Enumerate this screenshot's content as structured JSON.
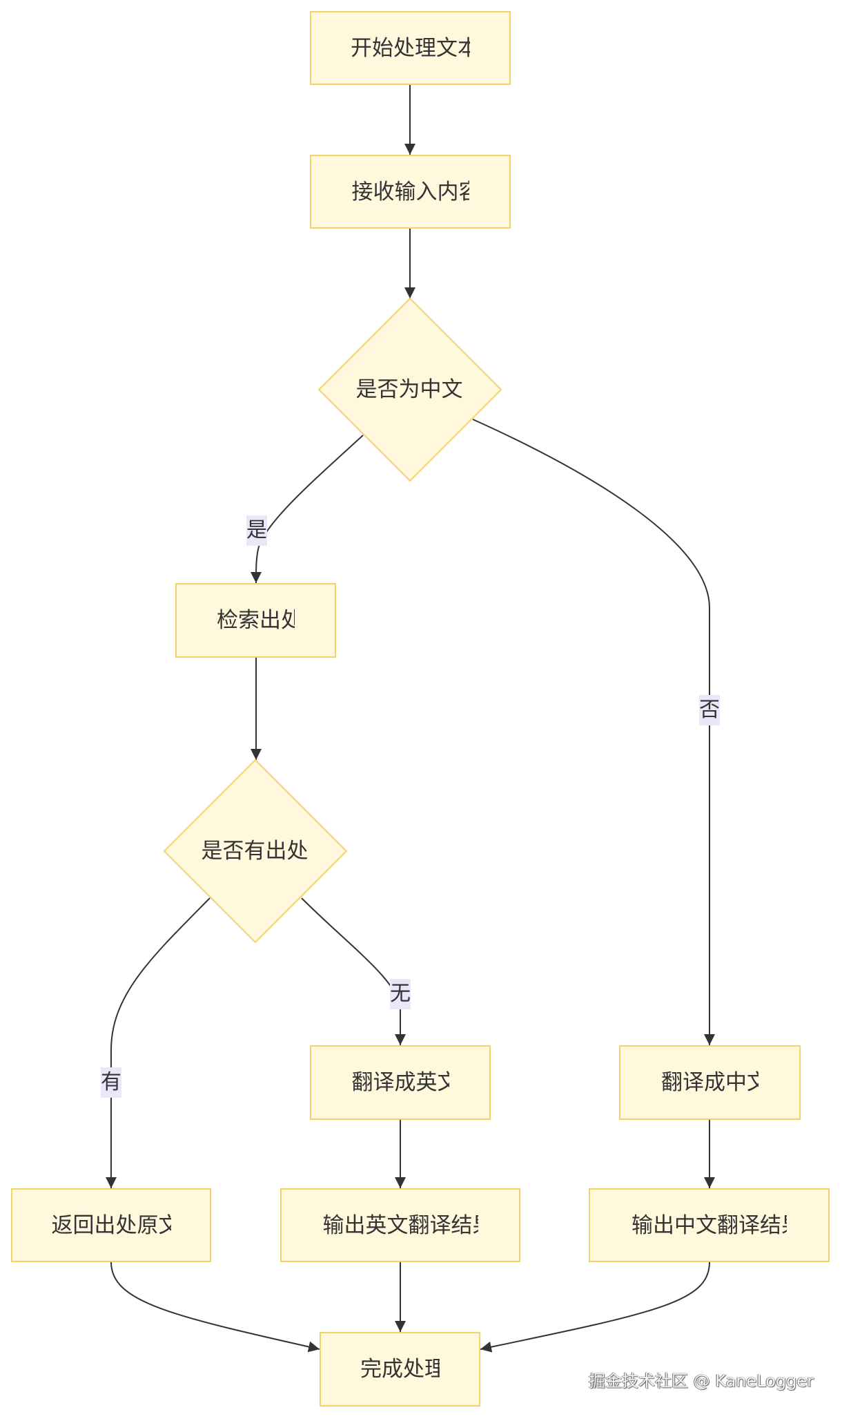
{
  "diagram": {
    "nodes": {
      "start": "开始处理文本",
      "receive": "接收输入内容",
      "is_chinese": "是否为中文",
      "search_source": "检索出处",
      "has_source": "是否有出处",
      "return_original": "返回出处原文",
      "translate_en": "翻译成英文",
      "translate_zh": "翻译成中文",
      "output_en": "输出英文翻译结果",
      "output_zh": "输出中文翻译结果",
      "done": "完成处理"
    },
    "edge_labels": {
      "yes": "是",
      "no": "否",
      "has": "有",
      "none": "无"
    },
    "edges": [
      [
        "start",
        "receive"
      ],
      [
        "receive",
        "is_chinese"
      ],
      [
        "is_chinese",
        "search_source",
        "yes"
      ],
      [
        "is_chinese",
        "translate_zh",
        "no"
      ],
      [
        "search_source",
        "has_source"
      ],
      [
        "has_source",
        "return_original",
        "has"
      ],
      [
        "has_source",
        "translate_en",
        "none"
      ],
      [
        "translate_en",
        "output_en"
      ],
      [
        "translate_zh",
        "output_zh"
      ],
      [
        "return_original",
        "done"
      ],
      [
        "output_en",
        "done"
      ],
      [
        "output_zh",
        "done"
      ]
    ]
  },
  "colors": {
    "node_fill": "#fff8dc",
    "node_border": "#f4d26b",
    "edge": "#333333",
    "edge_label_bg": "#e8e8fa"
  },
  "watermark": "掘金技术社区 @ KaneLogger"
}
